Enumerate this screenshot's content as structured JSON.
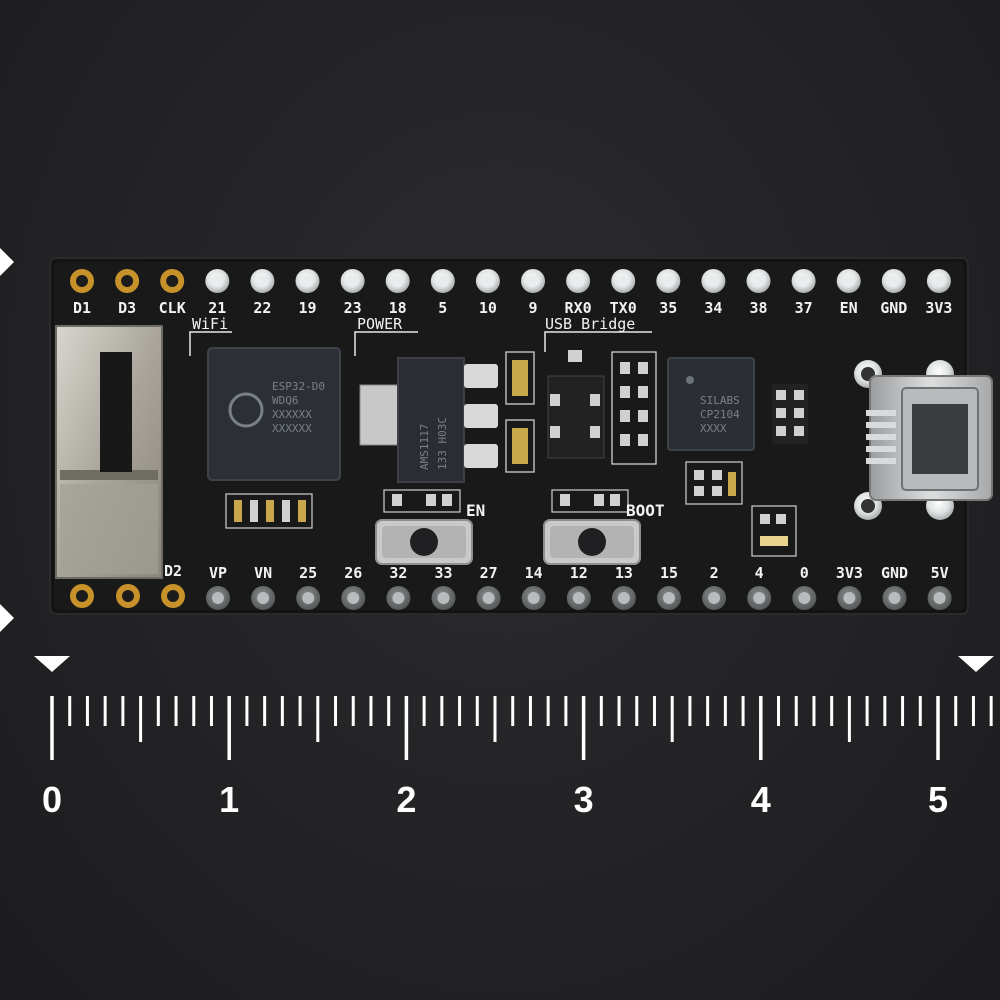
{
  "top_pins": [
    "D1",
    "D3",
    "CLK",
    "21",
    "22",
    "19",
    "23",
    "18",
    "5",
    "10",
    "9",
    "RX0",
    "TX0",
    "35",
    "34",
    "38",
    "37",
    "EN",
    "GND",
    "3V3"
  ],
  "bottom_pins": [
    "D2",
    "VP",
    "VN",
    "25",
    "26",
    "32",
    "33",
    "27",
    "14",
    "12",
    "13",
    "15",
    "2",
    "4",
    "0",
    "3V3",
    "GND",
    "5V"
  ],
  "sections": {
    "wifi": "WiFi",
    "power": "POWER",
    "usb_bridge": "USB Bridge"
  },
  "buttons": {
    "en": "EN",
    "boot": "BOOT"
  },
  "regulator_text": "AMS1117",
  "regulator_code": "133 H03C",
  "ruler_numbers": [
    "0",
    "1",
    "2",
    "3",
    "4",
    "5"
  ],
  "colors": {
    "board": "#161617",
    "background": "#262628",
    "gold_pad": "#c8922a",
    "silver_pad": "#d8dcdc",
    "silkscreen": "#f2f2f2"
  }
}
